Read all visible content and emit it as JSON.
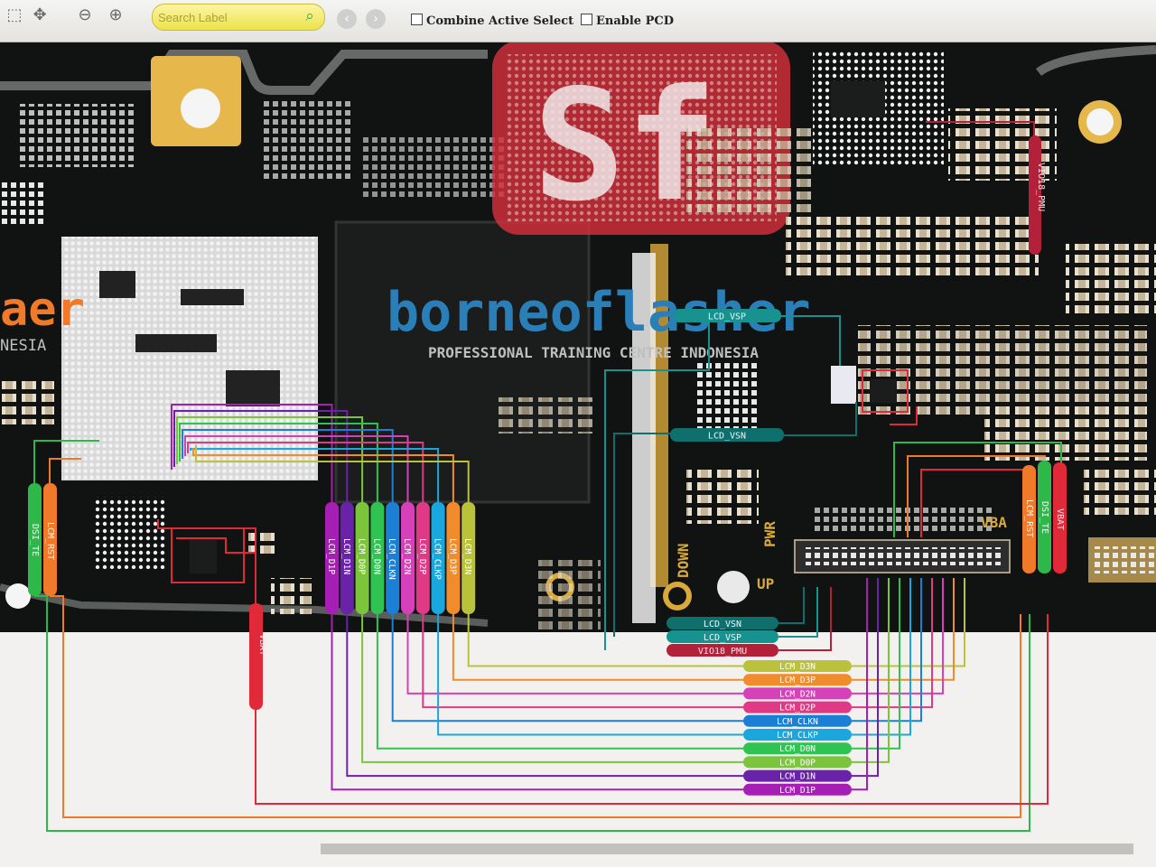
{
  "toolbar": {
    "search_placeholder": "Search Label",
    "combine_label": "Combine Active Select",
    "enable_pcd_label": "Enable PCD"
  },
  "board_text": {
    "brand": "borneoflasher",
    "brand_partial": "aer",
    "tagline": "PROFESSIONAL TRAINING CENTRE INDONESIA",
    "tagline_partial": "NESIA",
    "down": "DOWN",
    "pwr": "PWR",
    "up": "UP",
    "vba": "VBA"
  },
  "labels": {
    "lcd_vsp_top": "LCD_VSP",
    "lcd_vsn_mid": "LCD_VSN",
    "vio18_pmu_side": "VIO18_PMU",
    "lcd_vsn_low": "LCD_VSN",
    "lcd_vsp_low": "LCD_VSP",
    "vio18_pmu_low": "VIO18_PMU",
    "vbat_left": "VBAT",
    "vbat_right": "VBAT",
    "dsi_te_left": "DSI_TE",
    "lcm_rst_left": "LCM_RST",
    "lcm_rst_right": "LCM_RST",
    "dsi_te_right": "DSI_TE"
  },
  "vertical_pads": [
    {
      "label": "LCM_D1P",
      "color": "#a61fb5"
    },
    {
      "label": "LCM_D1N",
      "color": "#6a22a8"
    },
    {
      "label": "LCM_D0P",
      "color": "#7cc43c"
    },
    {
      "label": "LCM_D0N",
      "color": "#2fc451"
    },
    {
      "label": "LCM_CLKN",
      "color": "#1c7fd6"
    },
    {
      "label": "LCM_D2N",
      "color": "#d640b8"
    },
    {
      "label": "LCM_D2P",
      "color": "#e03a86"
    },
    {
      "label": "LCM_CLKP",
      "color": "#1aa7de"
    },
    {
      "label": "LCM_D3P",
      "color": "#f08c2c"
    },
    {
      "label": "LCM_D3N",
      "color": "#b9c23a"
    }
  ],
  "bottom_labels": [
    {
      "label": "LCM_D3N",
      "color": "#b9c23a"
    },
    {
      "label": "LCM_D3P",
      "color": "#f08c2c"
    },
    {
      "label": "LCM_D2N",
      "color": "#d640b8"
    },
    {
      "label": "LCM_D2P",
      "color": "#e03a86"
    },
    {
      "label": "LCM_CLKN",
      "color": "#1c7fd6"
    },
    {
      "label": "LCM_CLKP",
      "color": "#1aa7de"
    },
    {
      "label": "LCM_D0N",
      "color": "#2fc451"
    },
    {
      "label": "LCM_D0P",
      "color": "#7cc43c"
    },
    {
      "label": "LCM_D1N",
      "color": "#6a22a8"
    },
    {
      "label": "LCM_D1P",
      "color": "#a61fb5"
    }
  ],
  "colors": {
    "vsp": "#17928e",
    "vsn": "#0f6f6c",
    "vio": "#b3203a",
    "vbat": "#e02a3a",
    "dsi_te": "#2fb84a",
    "lcm_rst": "#f07a2a"
  }
}
